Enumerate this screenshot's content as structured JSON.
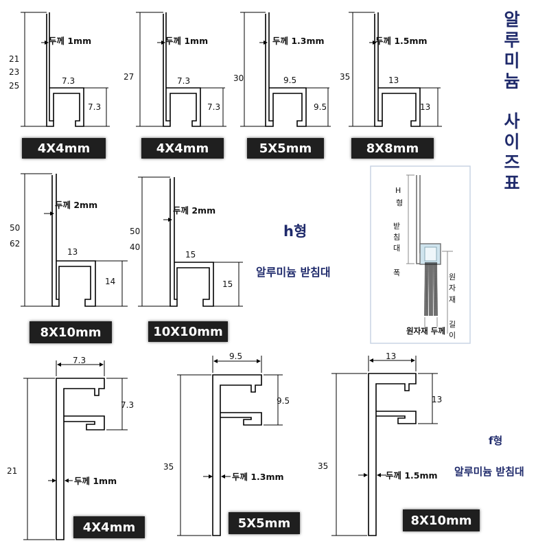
{
  "title": {
    "line1_chars": [
      "알",
      "루",
      "미",
      "늄"
    ],
    "line2_chars": [
      "사",
      "이",
      "즈",
      "표"
    ]
  },
  "thickness": {
    "t1": "두께 1mm",
    "t13": "두께 1.3mm",
    "t15": "두께 1.5mm",
    "t2": "두께 2mm"
  },
  "row1": [
    {
      "heights": [
        "21",
        "23",
        "25"
      ],
      "width": "7.3",
      "height": "7.3",
      "badge": "4X4mm"
    },
    {
      "heights": [
        "27"
      ],
      "width": "7.3",
      "height": "7.3",
      "badge": "4X4mm"
    },
    {
      "heights": [
        "30"
      ],
      "width": "9.5",
      "height": "9.5",
      "badge": "5X5mm"
    },
    {
      "heights": [
        "35"
      ],
      "width": "13",
      "height": "13",
      "badge": "8X8mm"
    }
  ],
  "row2": [
    {
      "heights": [
        "50",
        "62"
      ],
      "width": "13",
      "height": "14",
      "badge": "8X10mm"
    },
    {
      "heights": [
        "50",
        "40"
      ],
      "width": "15",
      "height": "15",
      "badge": "10X10mm"
    }
  ],
  "h_type": {
    "label": "h형",
    "sublabel": "알루미늄 받침대"
  },
  "inset": {
    "h_chars": [
      "H",
      "형"
    ],
    "stand_chars": [
      "받",
      "침",
      "대"
    ],
    "width_char": "폭",
    "material_chars": [
      "원",
      "자",
      "재"
    ],
    "length_chars": [
      "길",
      "이"
    ],
    "material_thickness": "원자재 두께"
  },
  "row3": [
    {
      "height": "21",
      "width": "7.3",
      "slot": "7.3",
      "badge": "4X4mm"
    },
    {
      "height": "35",
      "width": "9.5",
      "slot": "9.5",
      "badge": "5X5mm"
    },
    {
      "height": "35",
      "width": "13",
      "slot": "13",
      "badge": "8X10mm"
    }
  ],
  "f_type": {
    "label": "f형",
    "sublabel": "알루미늄 받침대"
  },
  "colors": {
    "navy": "#1f2a6b",
    "badge_bg": "#1f1f1f",
    "line": "#000000"
  }
}
